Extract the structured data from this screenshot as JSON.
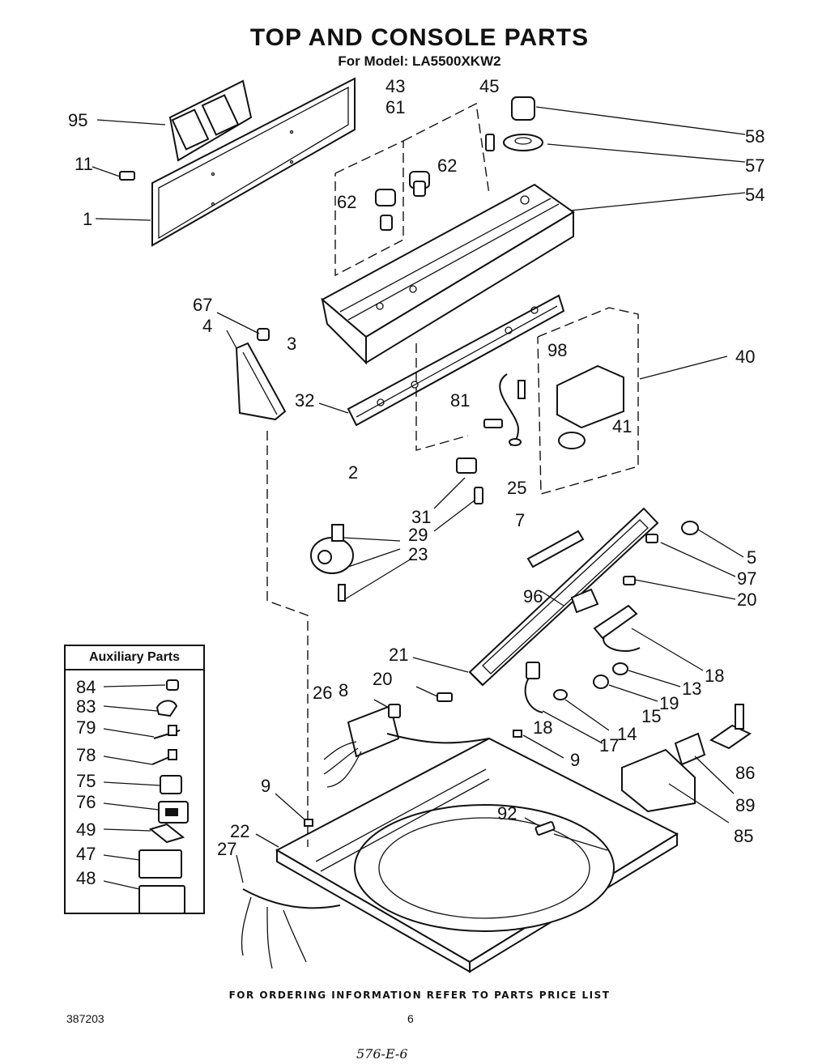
{
  "header": {
    "title": "TOP AND CONSOLE PARTS",
    "subtitle": "For Model: LA5500XKW2"
  },
  "auxiliary_panel": {
    "heading": "Auxiliary  Parts",
    "items": [
      "84",
      "83",
      "79",
      "78",
      "75",
      "76",
      "49",
      "47",
      "48"
    ]
  },
  "callouts": [
    "95",
    "11",
    "1",
    "43",
    "61",
    "45",
    "58",
    "57",
    "62",
    "62",
    "54",
    "67",
    "4",
    "3",
    "32",
    "2",
    "98",
    "40",
    "81",
    "41",
    "25",
    "31",
    "29",
    "23",
    "7",
    "5",
    "97",
    "20",
    "96",
    "18",
    "13",
    "19",
    "15",
    "21",
    "20",
    "26",
    "8",
    "14",
    "17",
    "18",
    "9",
    "86",
    "9",
    "89",
    "22",
    "92",
    "85",
    "27"
  ],
  "footer": {
    "note": "FOR ORDERING INFORMATION REFER TO PARTS PRICE LIST",
    "doc_number": "387203",
    "page_number": "6",
    "handwritten": "576-E-6"
  }
}
